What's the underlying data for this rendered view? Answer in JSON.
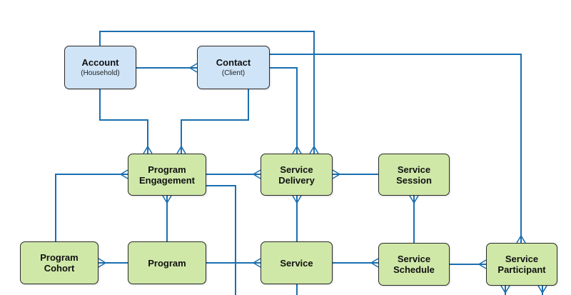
{
  "colors": {
    "connector": "#1a6fb0",
    "entity_blue": "#cfe4f7",
    "entity_green": "#cfe8a8",
    "border": "#2b2b2b"
  },
  "entities": {
    "account": {
      "title": "Account",
      "subtitle": "(Household)"
    },
    "contact": {
      "title": "Contact",
      "subtitle": "(Client)"
    },
    "program_engagement": {
      "title": "Program\nEngagement"
    },
    "service_delivery": {
      "title": "Service\nDelivery"
    },
    "service_session": {
      "title": "Service\nSession"
    },
    "program_cohort": {
      "title": "Program\nCohort"
    },
    "program": {
      "title": "Program"
    },
    "service": {
      "title": "Service"
    },
    "service_schedule": {
      "title": "Service\nSchedule"
    },
    "service_participant": {
      "title": "Service\nParticipant"
    }
  }
}
